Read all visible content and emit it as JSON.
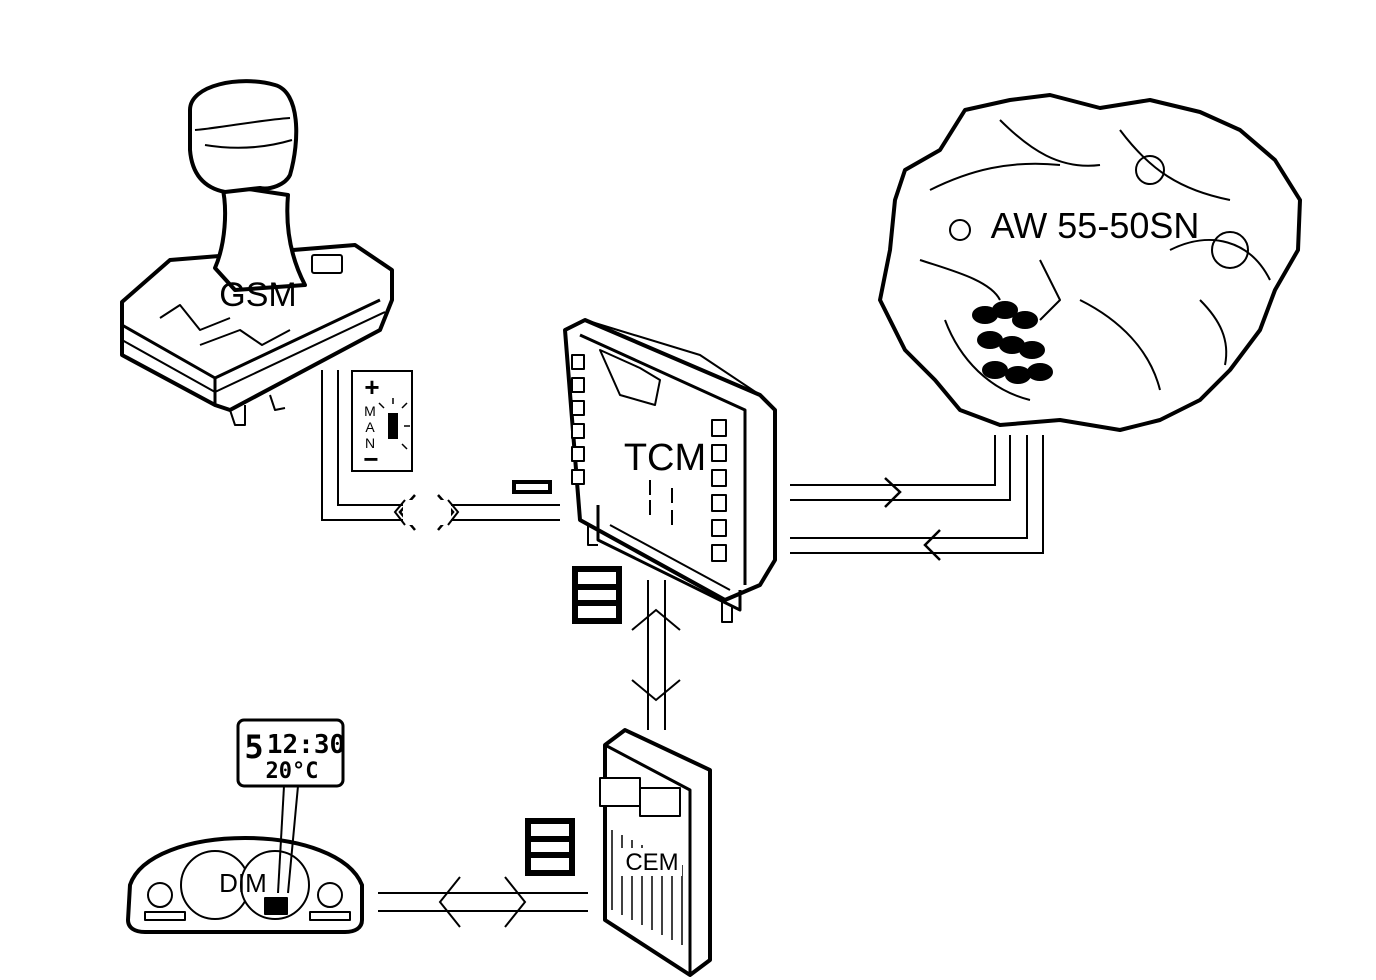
{
  "components": {
    "gsm": {
      "label": "GSM"
    },
    "tcm": {
      "label": "TCM"
    },
    "transmission": {
      "label": "AW 55-50SN"
    },
    "cem": {
      "label": "CEM"
    },
    "dim": {
      "label": "DIM"
    }
  },
  "manual_indicator": {
    "plus": "+",
    "letters": [
      "M",
      "A",
      "N"
    ],
    "minus": "−"
  },
  "dim_display": {
    "gear": "5",
    "time": "12:30",
    "temperature": "20°C"
  }
}
